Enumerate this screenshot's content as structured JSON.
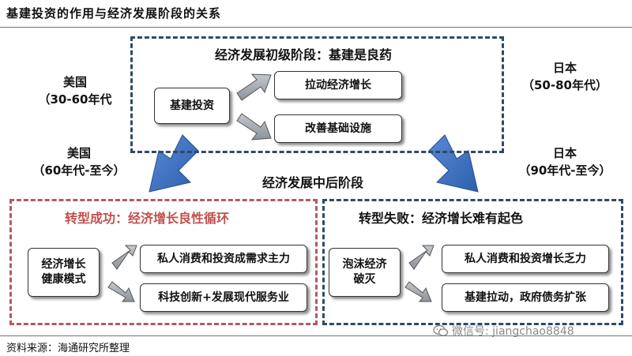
{
  "title": "基建投资的作用与经济发展阶段的关系",
  "source": "资料来源：海通研究所整理",
  "watermark": "微信号: jiangchao8848",
  "top_stage": {
    "header": "经济发展初级阶段：基建是良药",
    "source_box": "基建投资",
    "results": [
      "拉动经济增长",
      "改善基础设施"
    ]
  },
  "middle_stage_label": "经济发展中后阶段",
  "us_early": {
    "country": "美国",
    "period": "（30-60年代"
  },
  "japan_early": {
    "country": "日本",
    "period": "（50-80年代）"
  },
  "us_late": {
    "country": "美国",
    "period": "（60年代-至今）"
  },
  "japan_late": {
    "country": "日本",
    "period": "（90年代-至今）"
  },
  "success": {
    "header": "转型成功：经济增长良性循环",
    "source_box": "经济增长健康模式",
    "results": [
      "私人消费和投资成需求主力",
      "科技创新+发展现代服务业"
    ]
  },
  "failure": {
    "header": "转型失败：经济增长难有起色",
    "source_box": "泡沫经济破灭",
    "results": [
      "私人消费和投资增长乏力",
      "基建拉动，政府债务扩张"
    ]
  },
  "colors": {
    "navy_frame": "#2f4a68",
    "red_frame": "#b35a5e",
    "header_red": "#c0504d",
    "arrow_blue": "#3d72c4",
    "arrow_grey": "#9aa1a8"
  }
}
